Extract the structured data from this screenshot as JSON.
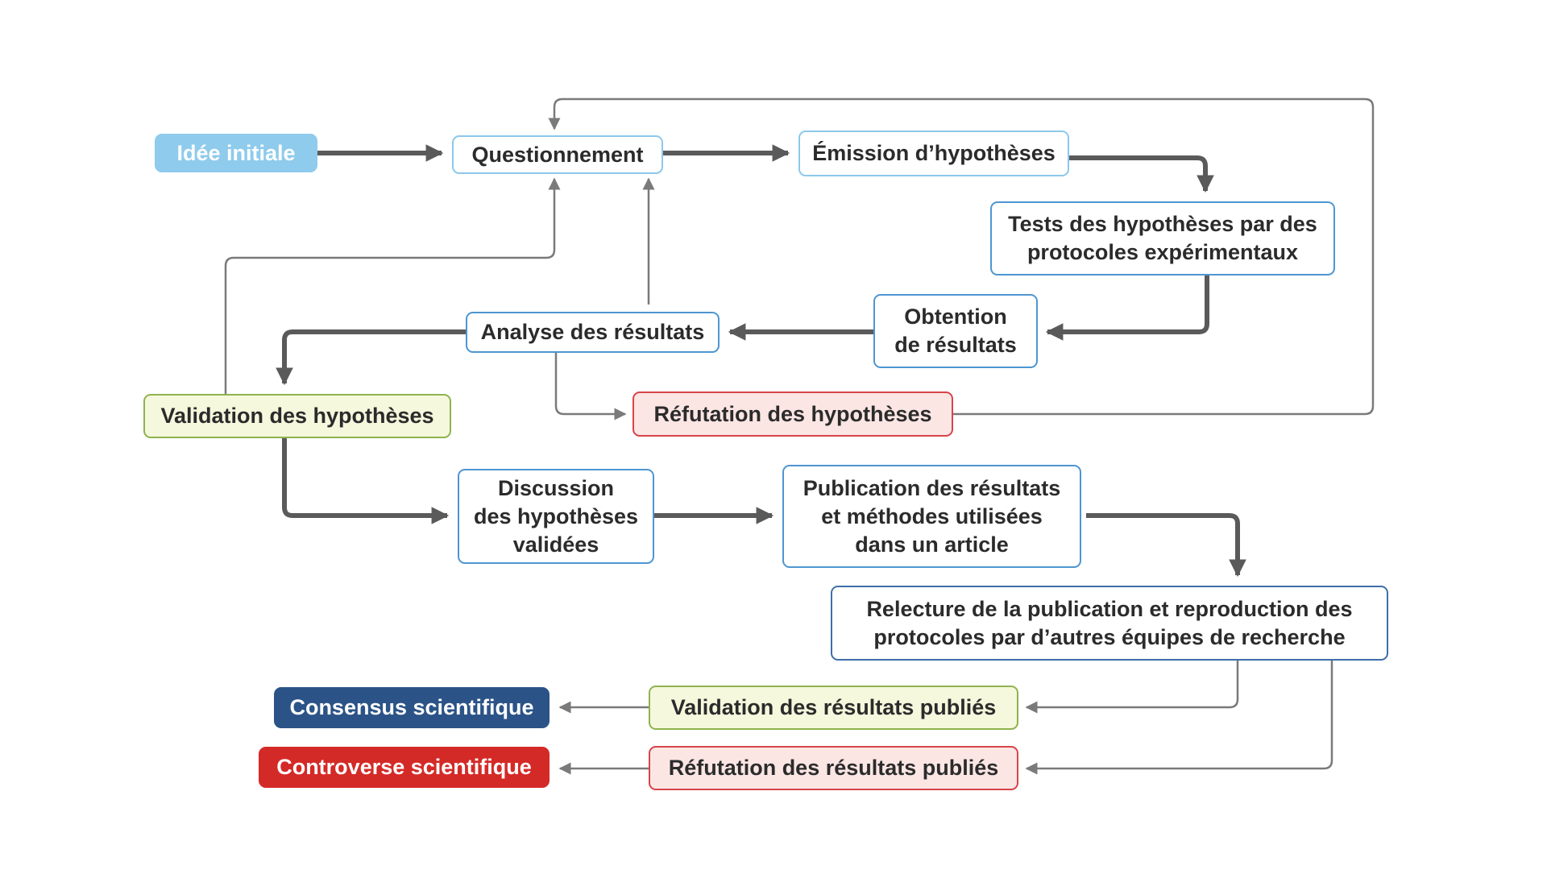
{
  "title": "Démarche scientifique",
  "colors": {
    "thick_arrow": "#5a5a5a",
    "thin_arrow": "#7a7a7a",
    "blue_border": "#6aaee0",
    "green_fill": "#f5f8dc",
    "green_border": "#8fb350",
    "red_fill": "#fbe6e4",
    "red_border": "#d8444a",
    "sky_fill": "#8ecbec",
    "navy_fill": "#2b5387",
    "red_solid": "#d42a27"
  },
  "nodes": {
    "idee": "Idée initiale",
    "questionnement": "Questionnement",
    "emission": "Émission d’hypothèses",
    "tests": "Tests des hypothèses par des\nprotocoles expérimentaux",
    "obtention": "Obtention\nde résultats",
    "analyse": "Analyse des résultats",
    "validation_hyp": "Validation des hypothèses",
    "refutation_hyp": "Réfutation des hypothèses",
    "discussion": "Discussion\ndes hypothèses\nvalidées",
    "publication": "Publication des résultats\net méthodes utilisées\ndans un article",
    "relecture": "Relecture de la publication et reproduction des\nprotocoles par d’autres équipes de recherche",
    "validation_pub": "Validation des résultats publiés",
    "refutation_pub": "Réfutation des résultats publiés",
    "consensus": "Consensus scientifique",
    "controverse": "Controverse scientifique"
  },
  "edges": [
    {
      "from": "idee",
      "to": "questionnement",
      "style": "thick"
    },
    {
      "from": "questionnement",
      "to": "emission",
      "style": "thick"
    },
    {
      "from": "emission",
      "to": "tests",
      "style": "thick"
    },
    {
      "from": "tests",
      "to": "obtention",
      "style": "thick"
    },
    {
      "from": "obtention",
      "to": "analyse",
      "style": "thick"
    },
    {
      "from": "analyse",
      "to": "validation_hyp",
      "style": "thick"
    },
    {
      "from": "analyse",
      "to": "refutation_hyp",
      "style": "thin"
    },
    {
      "from": "analyse",
      "to": "questionnement",
      "style": "thin"
    },
    {
      "from": "validation_hyp",
      "to": "questionnement",
      "style": "thin"
    },
    {
      "from": "refutation_hyp",
      "to": "questionnement",
      "style": "thin"
    },
    {
      "from": "validation_hyp",
      "to": "discussion",
      "style": "thick"
    },
    {
      "from": "discussion",
      "to": "publication",
      "style": "thick"
    },
    {
      "from": "publication",
      "to": "relecture",
      "style": "thick"
    },
    {
      "from": "relecture",
      "to": "validation_pub",
      "style": "thin"
    },
    {
      "from": "relecture",
      "to": "refutation_pub",
      "style": "thin"
    },
    {
      "from": "validation_pub",
      "to": "consensus",
      "style": "thin"
    },
    {
      "from": "refutation_pub",
      "to": "controverse",
      "style": "thin"
    }
  ]
}
